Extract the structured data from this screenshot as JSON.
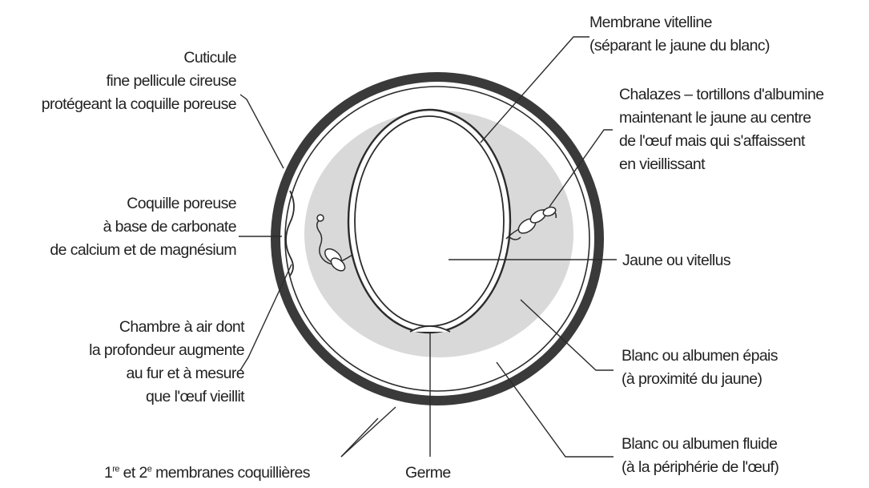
{
  "labels": {
    "cuticule": {
      "line1": "Cuticule",
      "line2": "fine pellicule cireuse",
      "line3": "protégeant la coquille poreuse"
    },
    "coquille": {
      "line1": "Coquille poreuse",
      "line2": "à base de carbonate",
      "line3": "de calcium et de magnésium"
    },
    "chambre_air": {
      "line1": "Chambre à air dont",
      "line2": "la profondeur augmente",
      "line3": "au fur et à mesure",
      "line4": "que l'œuf vieillit"
    },
    "membranes_coquilleres": {
      "n1": "1",
      "sup1": "re",
      "mid": " et 2",
      "sup2": "e",
      "rest": " membranes coquillières"
    },
    "germe": "Germe",
    "membrane_vitelline": {
      "line1": "Membrane vitelline",
      "line2": "(séparant le jaune du blanc)"
    },
    "chalazes": {
      "line1": "Chalazes – tortillons d'albumine",
      "line2": "maintenant le jaune au centre",
      "line3": "de l'œuf mais qui s'affaissent",
      "line4": "en vieillissant"
    },
    "jaune": "Jaune ou vitellus",
    "blanc_epais": {
      "line1": "Blanc ou albumen épais",
      "line2": "(à proximité du jaune)"
    },
    "blanc_fluide": {
      "line1": "Blanc ou albumen fluide",
      "line2": "(à la périphérie de l'œuf)"
    }
  },
  "colors": {
    "shell": "#3a3a3a",
    "thick_albumen": "#d9d9d9",
    "yolk": "#ffffff",
    "line": "#2b2b2b"
  }
}
